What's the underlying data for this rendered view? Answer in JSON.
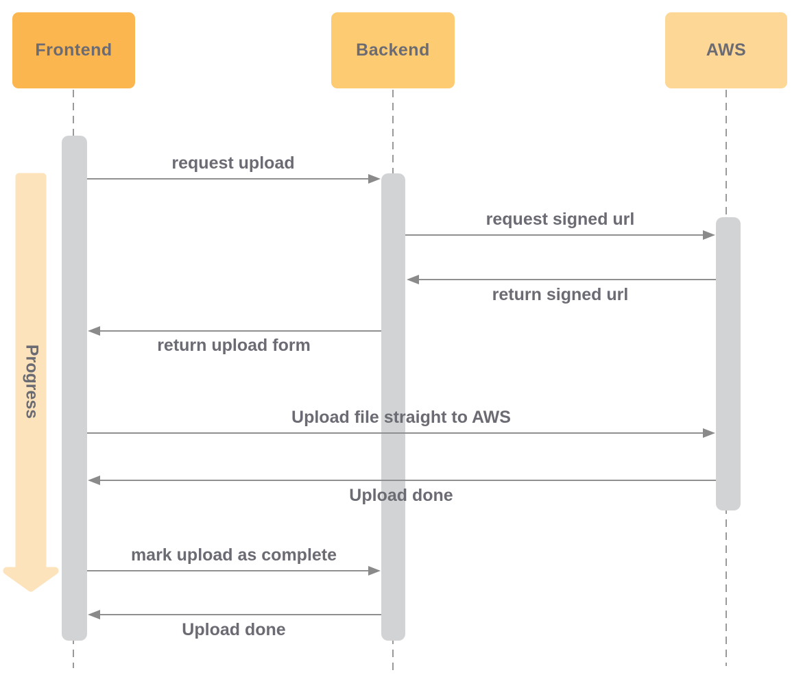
{
  "diagram": {
    "type": "sequence-diagram",
    "actors": [
      {
        "id": "frontend",
        "label": "Frontend",
        "color": "#FCB64F"
      },
      {
        "id": "backend",
        "label": "Backend",
        "color": "#FDCB72"
      },
      {
        "id": "aws",
        "label": "AWS",
        "color": "#FDD795"
      }
    ],
    "messages": [
      {
        "label": "request upload",
        "from": "Frontend",
        "to": "Backend",
        "direction": "right",
        "label_position": "above"
      },
      {
        "label": "request signed url",
        "from": "Backend",
        "to": "AWS",
        "direction": "right",
        "label_position": "above"
      },
      {
        "label": "return signed url",
        "from": "AWS",
        "to": "Backend",
        "direction": "left",
        "label_position": "below"
      },
      {
        "label": "return upload form",
        "from": "Backend",
        "to": "Frontend",
        "direction": "left",
        "label_position": "below"
      },
      {
        "label": "Upload file straight to AWS",
        "from": "Frontend",
        "to": "AWS",
        "direction": "right",
        "label_position": "above"
      },
      {
        "label": "Upload done",
        "from": "AWS",
        "to": "Frontend",
        "direction": "left",
        "label_position": "below"
      },
      {
        "label": "mark upload as complete",
        "from": "Frontend",
        "to": "Backend",
        "direction": "right",
        "label_position": "above"
      },
      {
        "label": "Upload done",
        "from": "Backend",
        "to": "Frontend",
        "direction": "left",
        "label_position": "below"
      }
    ],
    "progress": {
      "label": "Progress",
      "color": "#FCE3BB"
    },
    "colors": {
      "activation_bar": "#D2D3D5",
      "lifeline": "#999999",
      "message_line": "#8F8F8F",
      "arrowhead": "#8A8A8A",
      "text": "#6B6B73"
    }
  }
}
